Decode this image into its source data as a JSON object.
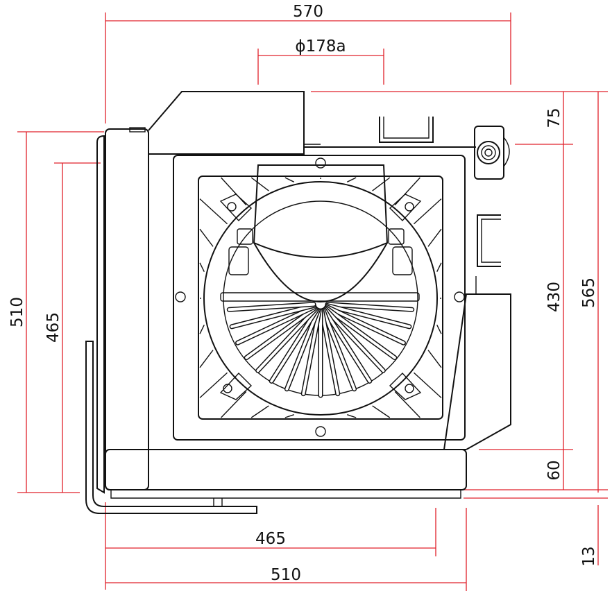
{
  "colors": {
    "dimension_line": "#e0202a",
    "outline": "#111111",
    "background": "#ffffff"
  },
  "dimensions": {
    "top_width": "570",
    "flue_diameter": "ϕ178a",
    "outer_height_left": "510",
    "inner_height_left": "465",
    "total_height_right": "565",
    "top_offset_right": "75",
    "mid_height_right": "430",
    "base_height_right": "60",
    "leg_height_right": "13",
    "inner_width_bottom": "465",
    "outer_width_bottom": "510"
  }
}
